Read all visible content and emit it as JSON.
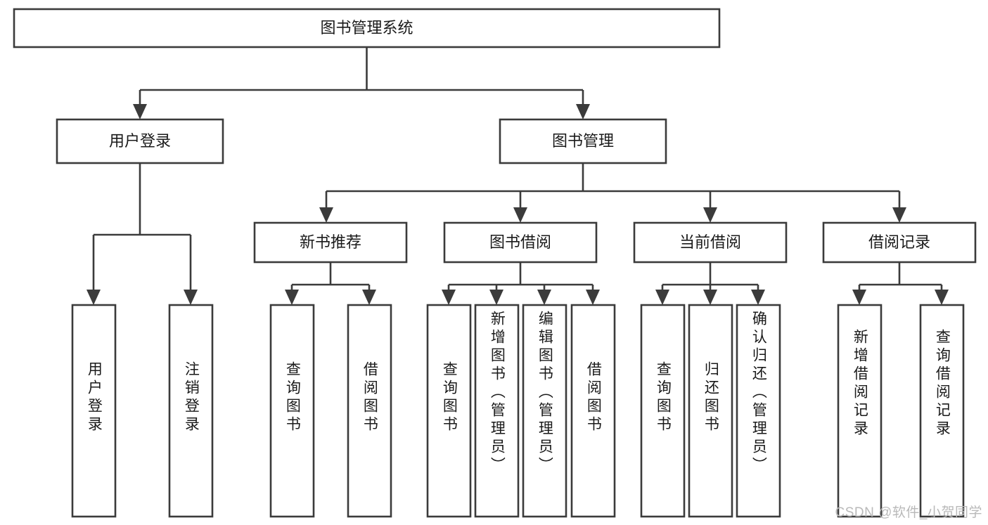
{
  "diagram": {
    "type": "tree-hierarchy",
    "title": "图书管理系统",
    "orientation": "top-down",
    "colors": {
      "box_stroke": "#3b3b3b",
      "box_fill": "#ffffff",
      "connector": "#3b3b3b",
      "text": "#1a1a1a",
      "background": "#ffffff",
      "watermark": "#b9b9b9"
    },
    "root": {
      "label": "图书管理系统"
    },
    "level2": [
      {
        "label": "用户登录"
      },
      {
        "label": "图书管理"
      }
    ],
    "level3": [
      {
        "label": "新书推荐"
      },
      {
        "label": "图书借阅"
      },
      {
        "label": "当前借阅"
      },
      {
        "label": "借阅记录"
      }
    ],
    "leaves": [
      {
        "label": "用户登录",
        "parent": "用户登录"
      },
      {
        "label": "注销登录",
        "parent": "用户登录"
      },
      {
        "label": "查询图书",
        "parent": "新书推荐"
      },
      {
        "label": "借阅图书",
        "parent": "新书推荐"
      },
      {
        "label": "查询图书",
        "parent": "图书借阅"
      },
      {
        "label": "新增图书（管理员）",
        "parent": "图书借阅"
      },
      {
        "label": "编辑图书（管理员）",
        "parent": "图书借阅"
      },
      {
        "label": "借阅图书",
        "parent": "图书借阅"
      },
      {
        "label": "查询图书",
        "parent": "当前借阅"
      },
      {
        "label": "归还图书",
        "parent": "当前借阅"
      },
      {
        "label": "确认归还（管理员）",
        "parent": "当前借阅"
      },
      {
        "label": "新增借阅记录",
        "parent": "借阅记录"
      },
      {
        "label": "查询借阅记录",
        "parent": "借阅记录"
      }
    ]
  },
  "watermark": {
    "text": "CSDN @软件_小贺同学"
  }
}
